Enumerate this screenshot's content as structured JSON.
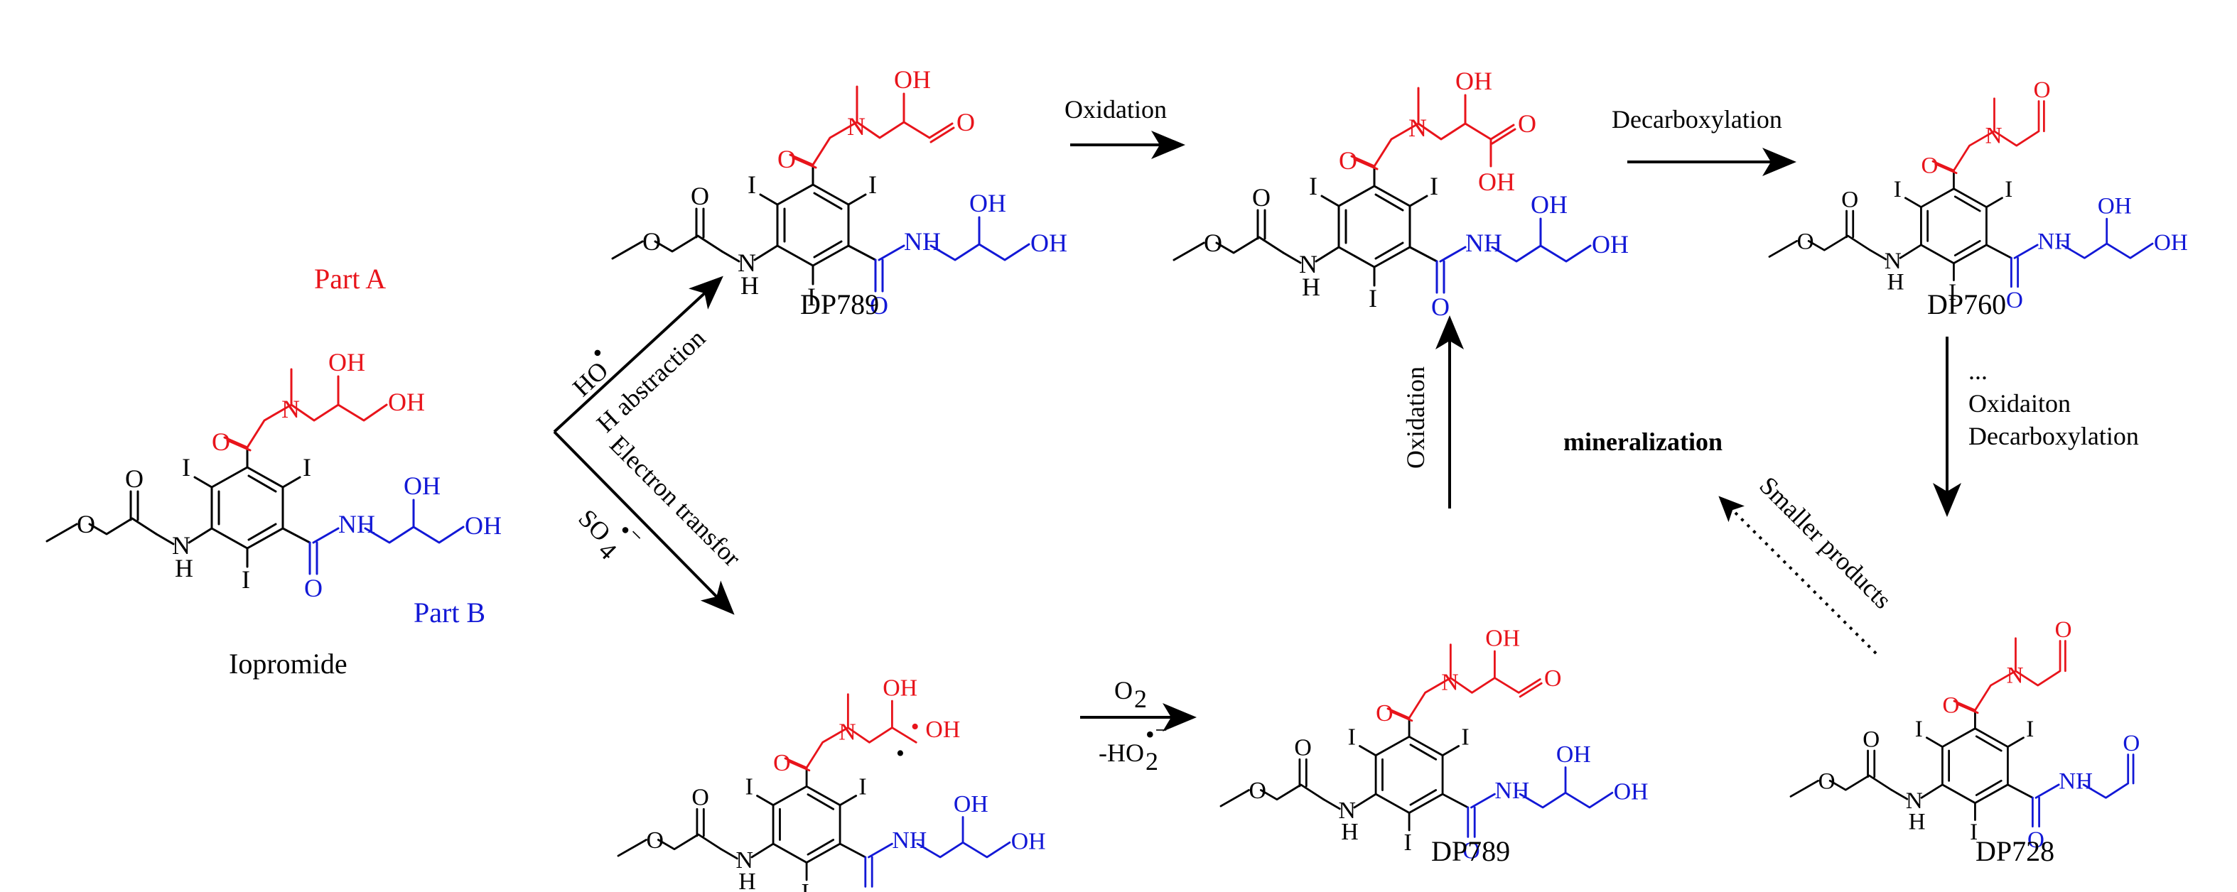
{
  "colors": {
    "part_a": "#e8141b",
    "part_b": "#1218d6",
    "core": "#000000"
  },
  "atoms": {
    "iodine": "I",
    "nitrogen": "N",
    "hydrogen": "H",
    "oxygen": "O",
    "hydroxyl": "OH"
  },
  "labels": {
    "part_a": "Part A",
    "part_b": "Part B",
    "iopromide": "Iopromide",
    "dp789_top": "DP789",
    "dp789_bottom": "DP789",
    "dp760": "DP760",
    "dp728": "DP728",
    "mineralization": "mineralization"
  },
  "steps": {
    "ho_radical": "HO",
    "h_abstraction": "H abstraction",
    "electron_transfer": "Electron transfor",
    "so4_radical": "SO",
    "so4_sub": "4",
    "oxidation_top": "Oxidation",
    "decarboxylation": "Decarboxylation",
    "oxidation_vertical": "Oxidation",
    "ellipsis": "...",
    "oxidation_decarb_1": "Oxidaiton",
    "oxidation_decarb_2": "Decarboxylation",
    "smaller_products": "Smaller products",
    "o2": "O",
    "o2_sub": "2",
    "minus_ho2": "-HO",
    "ho2_sub": "2"
  }
}
